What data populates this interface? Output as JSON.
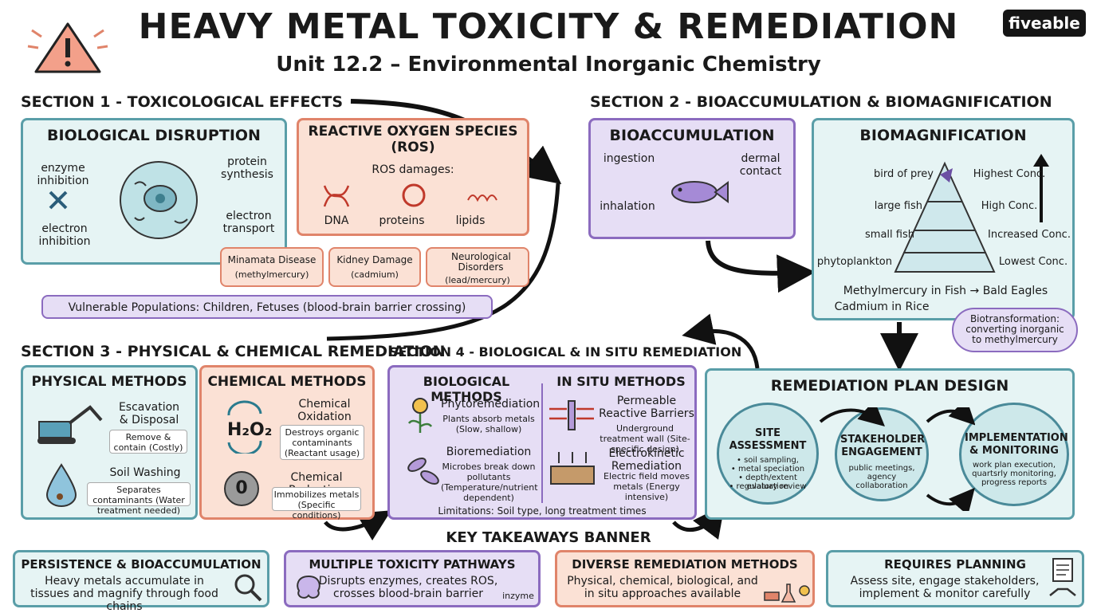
{
  "header": {
    "title": "HEAVY METAL TOXICITY & REMEDIATION",
    "subtitle": "Unit 12.2 – Environmental Inorganic Chemistry",
    "logo": "fiveable"
  },
  "section1": {
    "heading": "SECTION 1 - TOXICOLOGICAL EFFECTS",
    "bio_title": "BIOLOGICAL DISRUPTION",
    "enzyme": "enzyme inhibition",
    "protein": "protein synthesis",
    "electron_inh": "electron inhibition",
    "electron_tr": "electron transport",
    "ros_title": "REACTIVE OXYGEN SPECIES (ROS)",
    "ros_damages": "ROS damages:",
    "dna": "DNA",
    "proteins": "proteins",
    "lipids": "lipids",
    "minamata_1": "Minamata Disease",
    "minamata_2": "(methylmercury)",
    "kidney_1": "Kidney Damage",
    "kidney_2": "(cadmium)",
    "neuro_1": "Neurological Disorders",
    "neuro_2": "(lead/mercury)",
    "vulnerable": "Vulnerable Populations: Children, Fetuses (blood-brain barrier crossing)"
  },
  "section2": {
    "heading": "SECTION 2 - BIOACCUMULATION & BIOMAGNIFICATION",
    "bioacc_title": "BIOACCUMULATION",
    "ingestion": "ingestion",
    "dermal": "dermal contact",
    "inhalation": "inhalation",
    "biomag_title": "BIOMAGNIFICATION",
    "levels": [
      {
        "left": "bird of prey",
        "right": "Highest Conc."
      },
      {
        "left": "large fish",
        "right": "High Conc."
      },
      {
        "left": "small fish",
        "right": "Increased Conc."
      },
      {
        "left": "phytoplankton",
        "right": "Lowest Conc."
      }
    ],
    "mercury_line": "Methylmercury in Fish → Bald Eagles",
    "cadmium_line": "Cadmium in Rice",
    "biotrans": "Biotransformation: converting inorganic to methylmercury"
  },
  "section3": {
    "heading": "SECTION 3 - PHYSICAL & CHEMICAL REMEDIATION",
    "phys_title": "PHYSICAL METHODS",
    "excavation_1": "Escavation",
    "excavation_2": "& Disposal",
    "excavation_note": "Remove & contain (Costly)",
    "washing": "Soil Washing",
    "washing_note": "Separates contaminants (Water treatment needed)",
    "chem_title": "CHEMICAL METHODS",
    "h2o2": "H₂O₂",
    "oxidation": "Chemical Oxidation",
    "oxidation_note": "Destroys organic contaminants (Reactant usage)",
    "zero_icon": "0",
    "reduction": "Chemical Reduction",
    "reduction_note": "Immobilizes metals (Specific conditions)"
  },
  "section4": {
    "heading": "SECTION 4 - BIOLOGICAL & IN SITU REMEDIATION",
    "bio_title": "BIOLOGICAL METHODS",
    "insitu_title": "IN SITU METHODS",
    "phyto": "Phytoremediation",
    "phyto_note": "Plants absorb metals (Slow, shallow)",
    "bioremed": "Bioremediation",
    "bioremed_note": "Microbes break down pollutants (Temperature/nutrient dependent)",
    "prb": "Permeable Reactive Barriers",
    "prb_note": "Underground treatment wall (Site-specific design)",
    "ek": "Electrokinetic Remediation",
    "ek_note": "Electric field moves metals (Energy intensive)",
    "limitations": "Limitations: Soil type, long treatment times"
  },
  "plan": {
    "title": "REMEDIATION PLAN DESIGN",
    "site_title": "SITE ASSESSMENT",
    "site_items": [
      "• soil sampling,",
      "• metal speciation",
      "• depth/extent evaluation",
      "• regulatory review"
    ],
    "stake_title": "STAKEHOLDER ENGAGEMENT",
    "stake_note": "public meetings, agency collaboration",
    "impl_title": "IMPLEMENTATION & MONITORING",
    "impl_note": "work plan execution, quartsrly monitoring, progress reports"
  },
  "takeaways": {
    "heading": "KEY TAKEAWAYS BANNER",
    "items": [
      {
        "title": "PERSISTENCE & BIOACCUMULATION",
        "text": "Heavy metals accumulate in tissues and magnify through food chains"
      },
      {
        "title": "MULTIPLE TOXICITY PATHWAYS",
        "text": "Disrupts enzymes, creates ROS, crosses blood-brain barrier",
        "tag": "inzyme"
      },
      {
        "title": "DIVERSE REMEDIATION METHODS",
        "text": "Physical, chemical, biological, and in situ approaches available"
      },
      {
        "title": "REQUIRES PLANNING",
        "text": "Assess site, engage stakeholders, implement & monitor carefully"
      }
    ]
  },
  "colors": {
    "teal": "#e6f4f4",
    "salmon": "#fbe1d5",
    "purple": "#e6def5",
    "outline": "#4a8a99"
  }
}
